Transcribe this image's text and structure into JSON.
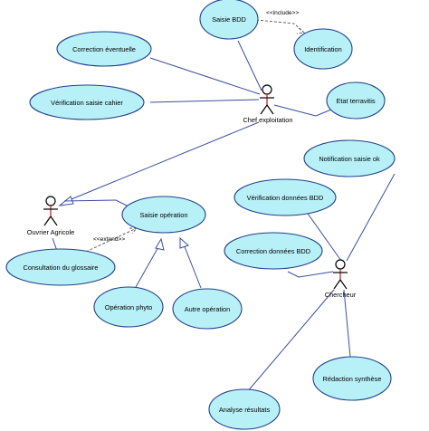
{
  "actors": {
    "chef": "Chef exploitation",
    "ouvrier": "Ouvrier Agricole",
    "chercheur": "Chercheur"
  },
  "use_cases": {
    "saisie_bdd": "Saisie BDD",
    "identification": "Identification",
    "correction_eventuelle": "Correction éventuelle",
    "verification_saisie_cahier": "Vérification saisie cahier",
    "etat_terravitis": "Etat terravitis",
    "notification_saisie_ok": "Notification saisie ok",
    "verification_donnees_bdd": "Vérification données BDD",
    "correction_donnees_bdd": "Correction données BDD",
    "saisie_operation": "Saisie opération",
    "consultation_glossaire": "Consultation du glossaire",
    "operation_phyto": "Opération phyto",
    "autre_operation": "Autre opération",
    "redaction_synthese": "Rédaction synthèse",
    "analyse_resultats": "Analyse résultats"
  },
  "stereotypes": {
    "include": "<<include>>",
    "extend": "<<extend>>"
  },
  "colors": {
    "use_case_fill": "#b8f0f8",
    "use_case_stroke": "#20408a",
    "line": "#3a4fa0",
    "actor_torso": "#c01818"
  }
}
